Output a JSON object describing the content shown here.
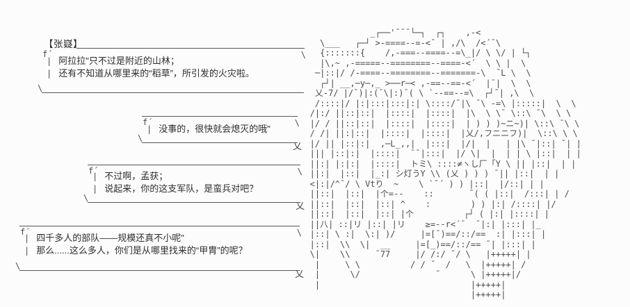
{
  "meta": {
    "background_color": "#fcfcfc",
    "ink_color": "#2e2e2e",
    "line_color": "#555555",
    "scene": "AA visual-novel dialogue frame"
  },
  "speaker": {
    "name": "【张嶷】"
  },
  "bubble_glyphs": {
    "top_left": "f´",
    "top_right": "\\",
    "bottom_left": "\\",
    "tail": "乂",
    "gutter": "|"
  },
  "dialogue": [
    {
      "lines": [
        "阿拉拉\"只不过是附近的山林；",
        "还有不知道从哪里来的“稻草”，所引发的火灾啦。"
      ]
    },
    {
      "lines": [
        "没事的，很快就会熄灭的哦\""
      ]
    },
    {
      "lines": [
        "不过啊，孟获；",
        "说起来，你的这支军队，是蛮兵对吧？"
      ]
    },
    {
      "lines": [
        "四千多人的部队——规模还真不小呢\"",
        "那么......这么多人，你们是从哪里找来的“甲胄”的呢？"
      ]
    }
  ],
  "ascii_art": {
    "description": "long-haired AA character sprite, right side of frame",
    "text": "               _┌──'¯¯¯└─┐  ┌┐    ,-<\n     \\___   ┌─┘ >-====--=-<¯ | ,/\\  /<´¯\\\n     {:::::::{    /,-===--====--=\\_|/ \\ \\/ | └┐\n     |\\,~ ,-=====--========--====-<´  \\ \\ |  \\\n    ─|::|/ /-====--========--=======-\\  ¯L \\  \\\n     ┌┘| __,─y─,_ >──r─< ,-==--==-<´  |¯|  \\  \\\n    乂-7/ |/¯)|:(¯\\|:)¯( \\ `--==--=\\  ┌┘¯| ,\\  \\\n    /::::|/ |:|:::|:::|:| \\::::/¯|\\ ¯\\ -=\\ |:::::|  \\  \\\n   /|:/ ||::|::|  |::::|  |::::|  |\\  \\ \\¯ \\::\\ ¯\\  \\ \\\n   |/ / ||::|::|  |::::|  |::::|  | ) ) )~ニ~)| \\::\\ ¯\\ \\\n   / /| ||:|::|  |::::|  |::::|  |乂/,フニニフ)|  \\::\\ \\ \\\n   |/ || |::|:|  ,─L_,,|  |:::|  |/|  |   | |\\ ¯|::| ¯| |\n   ||| |::|:|  |::::|  ¯¯|:::|  |/ \\|  |  | | \\ |::|  | |\n   ||:| |:|:|  |::::|  トミ\\ ::::≠ヽし厂「Y \\ || |::|  | |\n   ||:|  |::|  |_:| シ灯うY \\\\ (乂 ) ) ) ¯|| |::|  | |\n   <|:|/^¯/ \\ Vtり  ~    \\ `¯´ ) ) |::|  |/::| | |\n   ||::|  |::|  |个=--    ::       ¯( ( |::|  /:::| | /\n   ||::|  |::|  |::| ^    :        ) ) |:| /::::| |/\n   ||::|  |::|  |::| |个          ┌┘ ( |:| |::::| |\n   ||八| ::|リ |::| |リ    ≥=--r<´¯  ¯|:| |:::| |_\n   |::| \\ :|  \\:| )/     |=[¯)==/::/==  :| |:::| |\n   |::|  \\\\  \\|  __     |=[_)==/::/== ¯| |:::| |\n   \\|    \\\\     ¯77     |/ /:/ ¯/ \\   |+++++| |\n    |     \\ \\          / / ¯  /   \\  |+++++| /\n    |      \\/               ¯      \\ |+++++|/\n    |                              |+++++|\n                                   |+++++|"
  }
}
